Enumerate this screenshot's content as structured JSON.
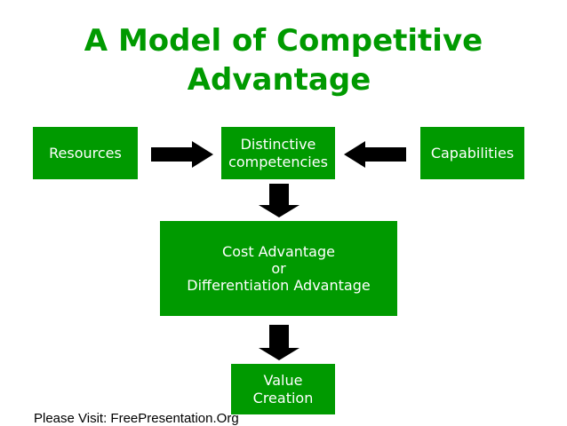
{
  "title": {
    "line1": "A Model of Competitive",
    "line2": "Advantage"
  },
  "boxes": {
    "resources": {
      "text": "Resources"
    },
    "distinctive": {
      "line1": "Distinctive",
      "line2": "competencies"
    },
    "capabilities": {
      "text": "Capabilities"
    },
    "advantage": {
      "line1": "Cost Advantage",
      "line2": "or",
      "line3": "Differentiation Advantage"
    },
    "value": {
      "line1": "Value",
      "line2": "Creation"
    }
  },
  "footer": {
    "text": "Please Visit: FreePresentation.Org"
  },
  "colors": {
    "green": "#009a00",
    "box_text": "#ffffff",
    "arrow": "#000000"
  }
}
